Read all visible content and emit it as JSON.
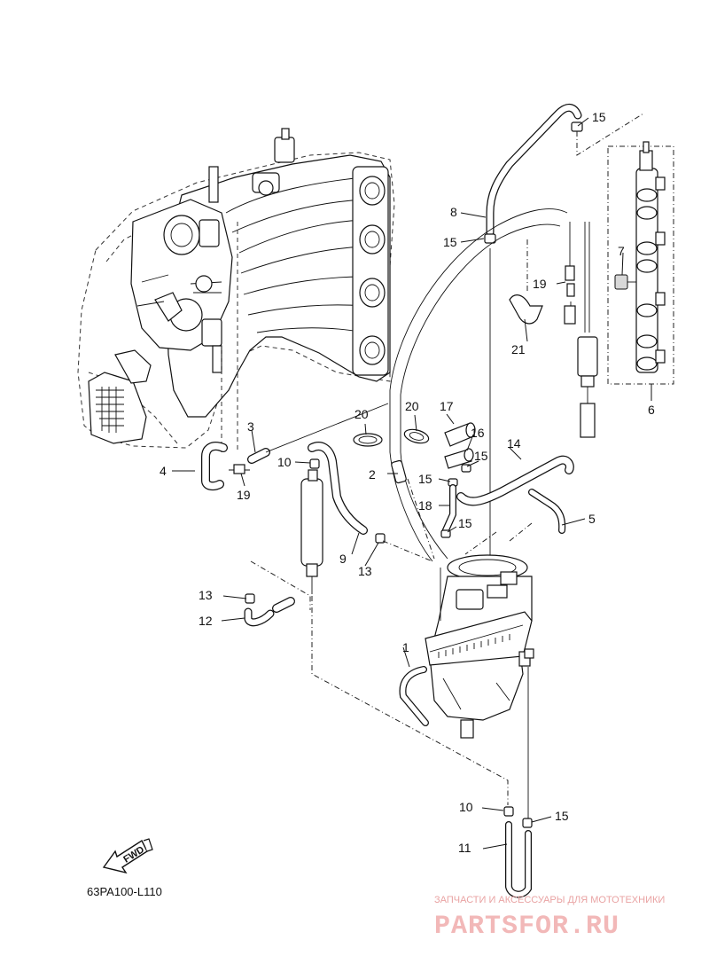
{
  "diagram_code": "63PA100-L110",
  "fwd_label": "FWD",
  "watermark": {
    "tagline": "ЗАПЧАСТИ И АКСЕССУАРЫ ДЛЯ МОТОТЕХНИКИ",
    "brand": "PARTSFOR.RU"
  },
  "callouts": [
    {
      "id": "1",
      "label": "1"
    },
    {
      "id": "2",
      "label": "2"
    },
    {
      "id": "3",
      "label": "3"
    },
    {
      "id": "4",
      "label": "4"
    },
    {
      "id": "5",
      "label": "5"
    },
    {
      "id": "6",
      "label": "6"
    },
    {
      "id": "7",
      "label": "7"
    },
    {
      "id": "8",
      "label": "8"
    },
    {
      "id": "9",
      "label": "9"
    },
    {
      "id": "10a",
      "label": "10"
    },
    {
      "id": "10b",
      "label": "10"
    },
    {
      "id": "11",
      "label": "11"
    },
    {
      "id": "12",
      "label": "12"
    },
    {
      "id": "13a",
      "label": "13"
    },
    {
      "id": "13b",
      "label": "13"
    },
    {
      "id": "14",
      "label": "14"
    },
    {
      "id": "15a",
      "label": "15"
    },
    {
      "id": "15b",
      "label": "15"
    },
    {
      "id": "15c",
      "label": "15"
    },
    {
      "id": "15d",
      "label": "15"
    },
    {
      "id": "15e",
      "label": "15"
    },
    {
      "id": "15f",
      "label": "15"
    },
    {
      "id": "16",
      "label": "16"
    },
    {
      "id": "17",
      "label": "17"
    },
    {
      "id": "18",
      "label": "18"
    },
    {
      "id": "19a",
      "label": "19"
    },
    {
      "id": "19b",
      "label": "19"
    },
    {
      "id": "20",
      "label": "20"
    },
    {
      "id": "21",
      "label": "21"
    }
  ]
}
